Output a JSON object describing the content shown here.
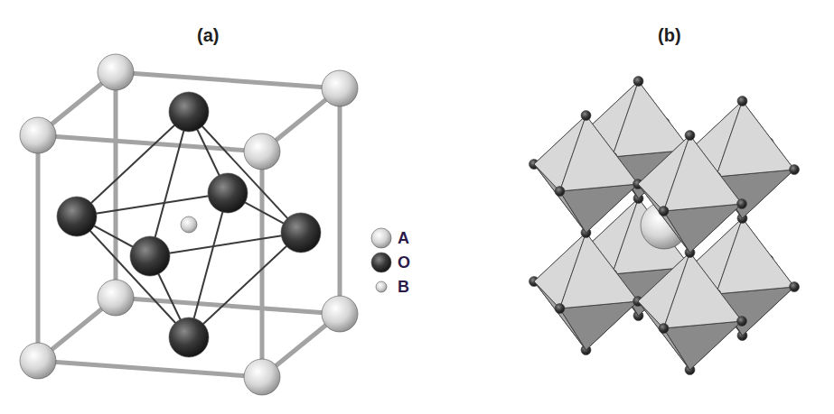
{
  "diagram": {
    "labels": [
      "(a)",
      "(b)"
    ],
    "legend": [
      {
        "text": "A"
      },
      {
        "text": "O"
      },
      {
        "text": "B"
      }
    ]
  }
}
